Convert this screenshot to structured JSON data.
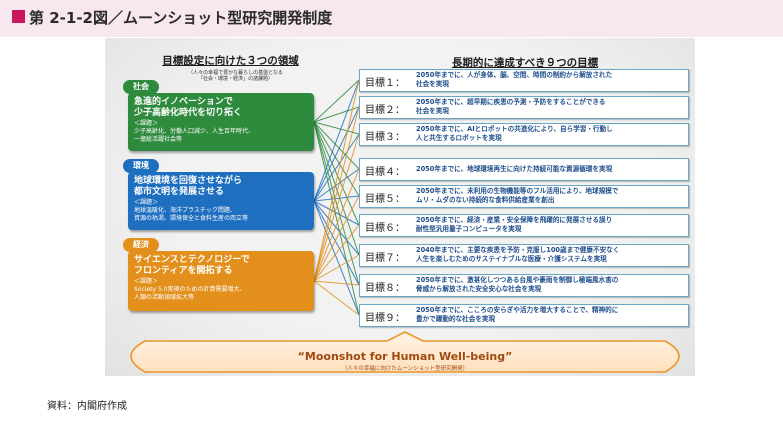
{
  "header": {
    "title": "第 2-1-2図／ムーンショット型研究開発制度"
  },
  "colors": {
    "society": "#2e8a3c",
    "environment": "#1f6fc0",
    "economy": "#e28f1c",
    "accent": "#c8175d",
    "goal_border": "#6aa6c8",
    "goal_text": "#1f4e8c",
    "moonshot": "#a04a12"
  },
  "left": {
    "heading": "目標設定に向けた３つの領域",
    "note": "（人々の幸福で豊かな暮らしの基盤となる\n「社会・環境・経済」の諸課題）",
    "domains": [
      {
        "tag": "社会",
        "lead": "急進的イノベーションで\n少子高齢化時代を切り拓く",
        "sub": "＜課題＞\n少子高齢化、労働人口減少、人生百年時代、\n一億総活躍社会等"
      },
      {
        "tag": "環境",
        "lead": "地球環境を回復させながら\n都市文明を発展させる",
        "sub": "＜課題＞\n地球温暖化、海洋プラスチック問題、\n資源の枯渇、環境保全と食料生産の両立等"
      },
      {
        "tag": "経済",
        "lead": "サイエンスとテクノロジーで\nフロンティアを開拓する",
        "sub": "＜課題＞\nSociety 5.0実現のための計算需要増大、\n人類の活動領域拡大等"
      }
    ]
  },
  "right": {
    "heading": "長期的に達成すべき９つの目標",
    "goals": [
      {
        "label": "目標１：",
        "text": "2050年までに、人が身体、脳、空間、時間の制約から解放された\n社会を実現"
      },
      {
        "label": "目標２：",
        "text": "2050年までに、超早期に疾患の予測・予防をすることができる\n社会を実現"
      },
      {
        "label": "目標３：",
        "text": "2050年までに、AIとロボットの共進化により、自ら学習・行動し\n人と共生するロボットを実現"
      },
      {
        "label": "目標４：",
        "text": "2050年までに、地球環境再生に向けた持続可能な資源循環を実現"
      },
      {
        "label": "目標５：",
        "text": "2050年までに、未利用の生物機能等のフル活用により、地球規模で\nムリ・ムダのない持続的な食料供給産業を創出"
      },
      {
        "label": "目標６：",
        "text": "2050年までに、経済・産業・安全保障を飛躍的に発展させる誤り\n耐性型汎用量子コンピュータを実現"
      },
      {
        "label": "目標７：",
        "text": "2040年までに、主要な疾患を予防・克服し100歳まで健康不安なく\n人生を楽しむためのサステイナブルな医療・介護システムを実現"
      },
      {
        "label": "目標８：",
        "text": "2050年までに、激甚化しつつある台風や豪雨を制御し極端風水害の\n脅威から解放された安全安心な社会を実現"
      },
      {
        "label": "目標９：",
        "text": "2050年までに、こころの安らぎや活力を増大することで、精神的に\n豊かで躍動的な社会を実現"
      }
    ]
  },
  "moonshot": {
    "title": "“Moonshot for Human Well-being”",
    "subtitle": "（人々の幸福に向けたムーンショット型研究開発）"
  },
  "source": "資料：内閣府作成"
}
